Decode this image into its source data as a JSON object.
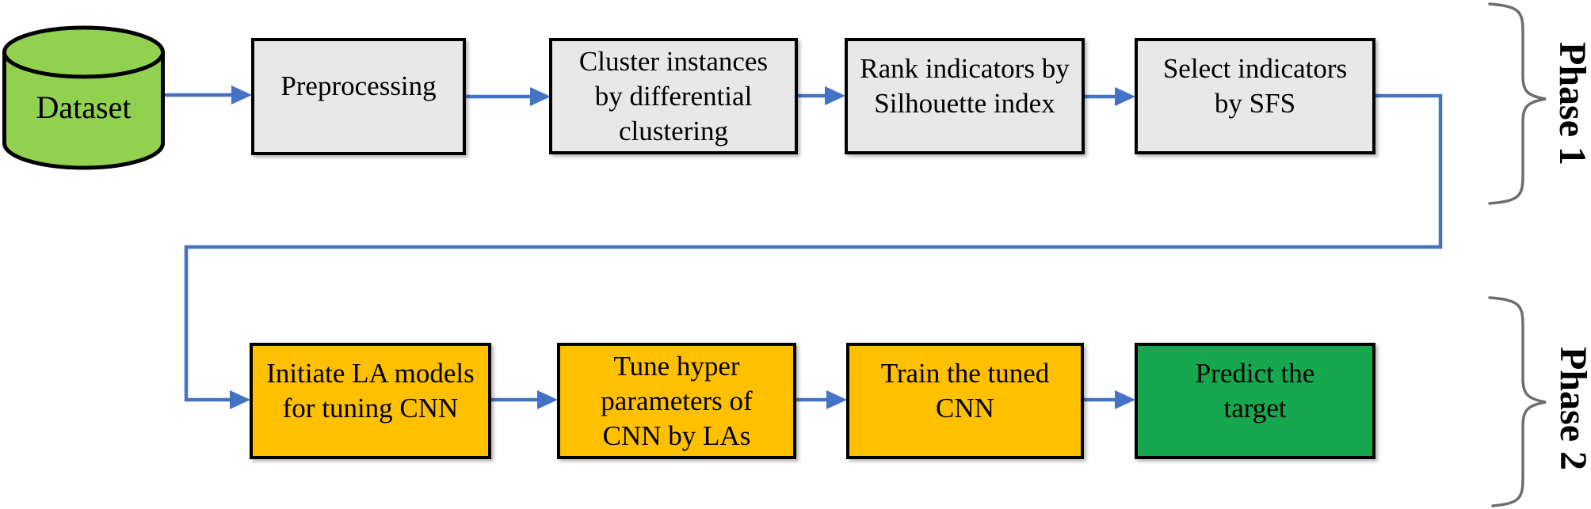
{
  "diagram": {
    "type": "flowchart",
    "phases": [
      {
        "label": "Phase 1"
      },
      {
        "label": "Phase 2"
      }
    ],
    "nodes": [
      {
        "id": "dataset",
        "label": "Dataset",
        "shape": "cylinder",
        "fill": "#92D050",
        "phase": "Phase 1"
      },
      {
        "id": "preprocessing",
        "label": "Preprocessing",
        "shape": "rect",
        "fill": "#E9E8E8",
        "phase": "Phase 1"
      },
      {
        "id": "cluster",
        "label": "Cluster instances\nby differential\nclustering",
        "shape": "rect",
        "fill": "#E9E8E8",
        "phase": "Phase 1"
      },
      {
        "id": "rank",
        "label": "Rank indicators by\nSilhouette index",
        "shape": "rect",
        "fill": "#E9E8E8",
        "phase": "Phase 1"
      },
      {
        "id": "select",
        "label": "Select indicators\nby SFS",
        "shape": "rect",
        "fill": "#E9E8E8",
        "phase": "Phase 1"
      },
      {
        "id": "initiate",
        "label": "Initiate LA models\nfor tuning CNN",
        "shape": "rect",
        "fill": "#FFC000",
        "phase": "Phase 2"
      },
      {
        "id": "tune",
        "label": "Tune hyper\nparameters of\nCNN by LAs",
        "shape": "rect",
        "fill": "#FFC000",
        "phase": "Phase 2"
      },
      {
        "id": "train",
        "label": "Train the tuned\nCNN",
        "shape": "rect",
        "fill": "#FFC000",
        "phase": "Phase 2"
      },
      {
        "id": "predict",
        "label": "Predict the\ntarget",
        "shape": "rect",
        "fill": "#17A74E",
        "phase": "Phase 2"
      }
    ],
    "edges": [
      {
        "from": "dataset",
        "to": "preprocessing"
      },
      {
        "from": "preprocessing",
        "to": "cluster"
      },
      {
        "from": "cluster",
        "to": "rank"
      },
      {
        "from": "rank",
        "to": "select"
      },
      {
        "from": "select",
        "to": "initiate"
      },
      {
        "from": "initiate",
        "to": "tune"
      },
      {
        "from": "tune",
        "to": "train"
      },
      {
        "from": "train",
        "to": "predict"
      }
    ],
    "colors": {
      "arrow": "#4472C4",
      "border": "#000000",
      "brace": "#6E6E6E",
      "box_gray": "#E9E8E8",
      "box_orange": "#FFC000",
      "box_green": "#17A74E",
      "cylinder_green": "#92D050"
    }
  }
}
